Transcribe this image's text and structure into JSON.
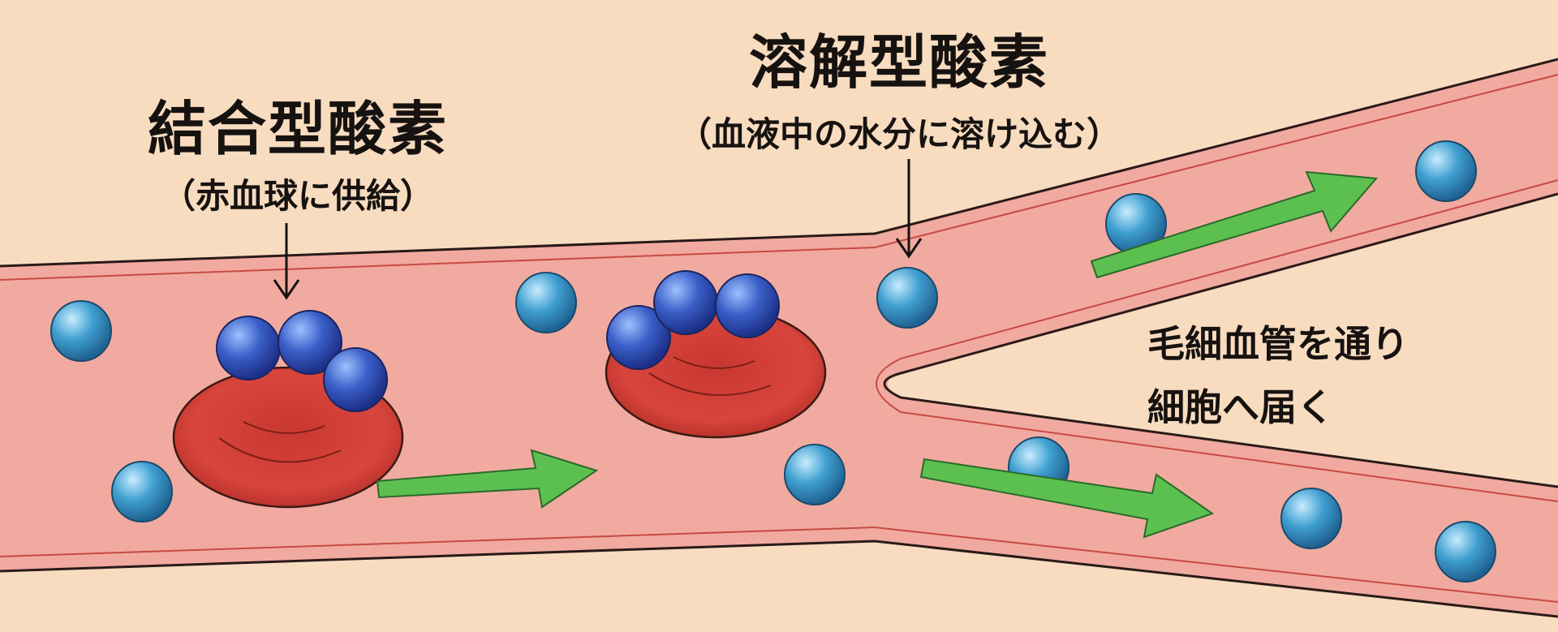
{
  "labels": {
    "bound_oxygen": "結合型酸素",
    "bound_oxygen_sub": "（赤血球に供給）",
    "dissolved_oxygen": "溶解型酸素",
    "dissolved_oxygen_sub": "（血液中の水分に溶け込む）",
    "capillary_line1": "毛細血管を通り",
    "capillary_line2": "細胞へ届く"
  },
  "colors": {
    "background": "#f8dcc0",
    "vessel": "#f1aaa0",
    "vessel_wall": "#c84a44",
    "rbc": "#d8453c",
    "bound_o2": "#3a5fc8",
    "dissolved_o2": "#3f9fd0",
    "arrow": "#5cc050"
  }
}
